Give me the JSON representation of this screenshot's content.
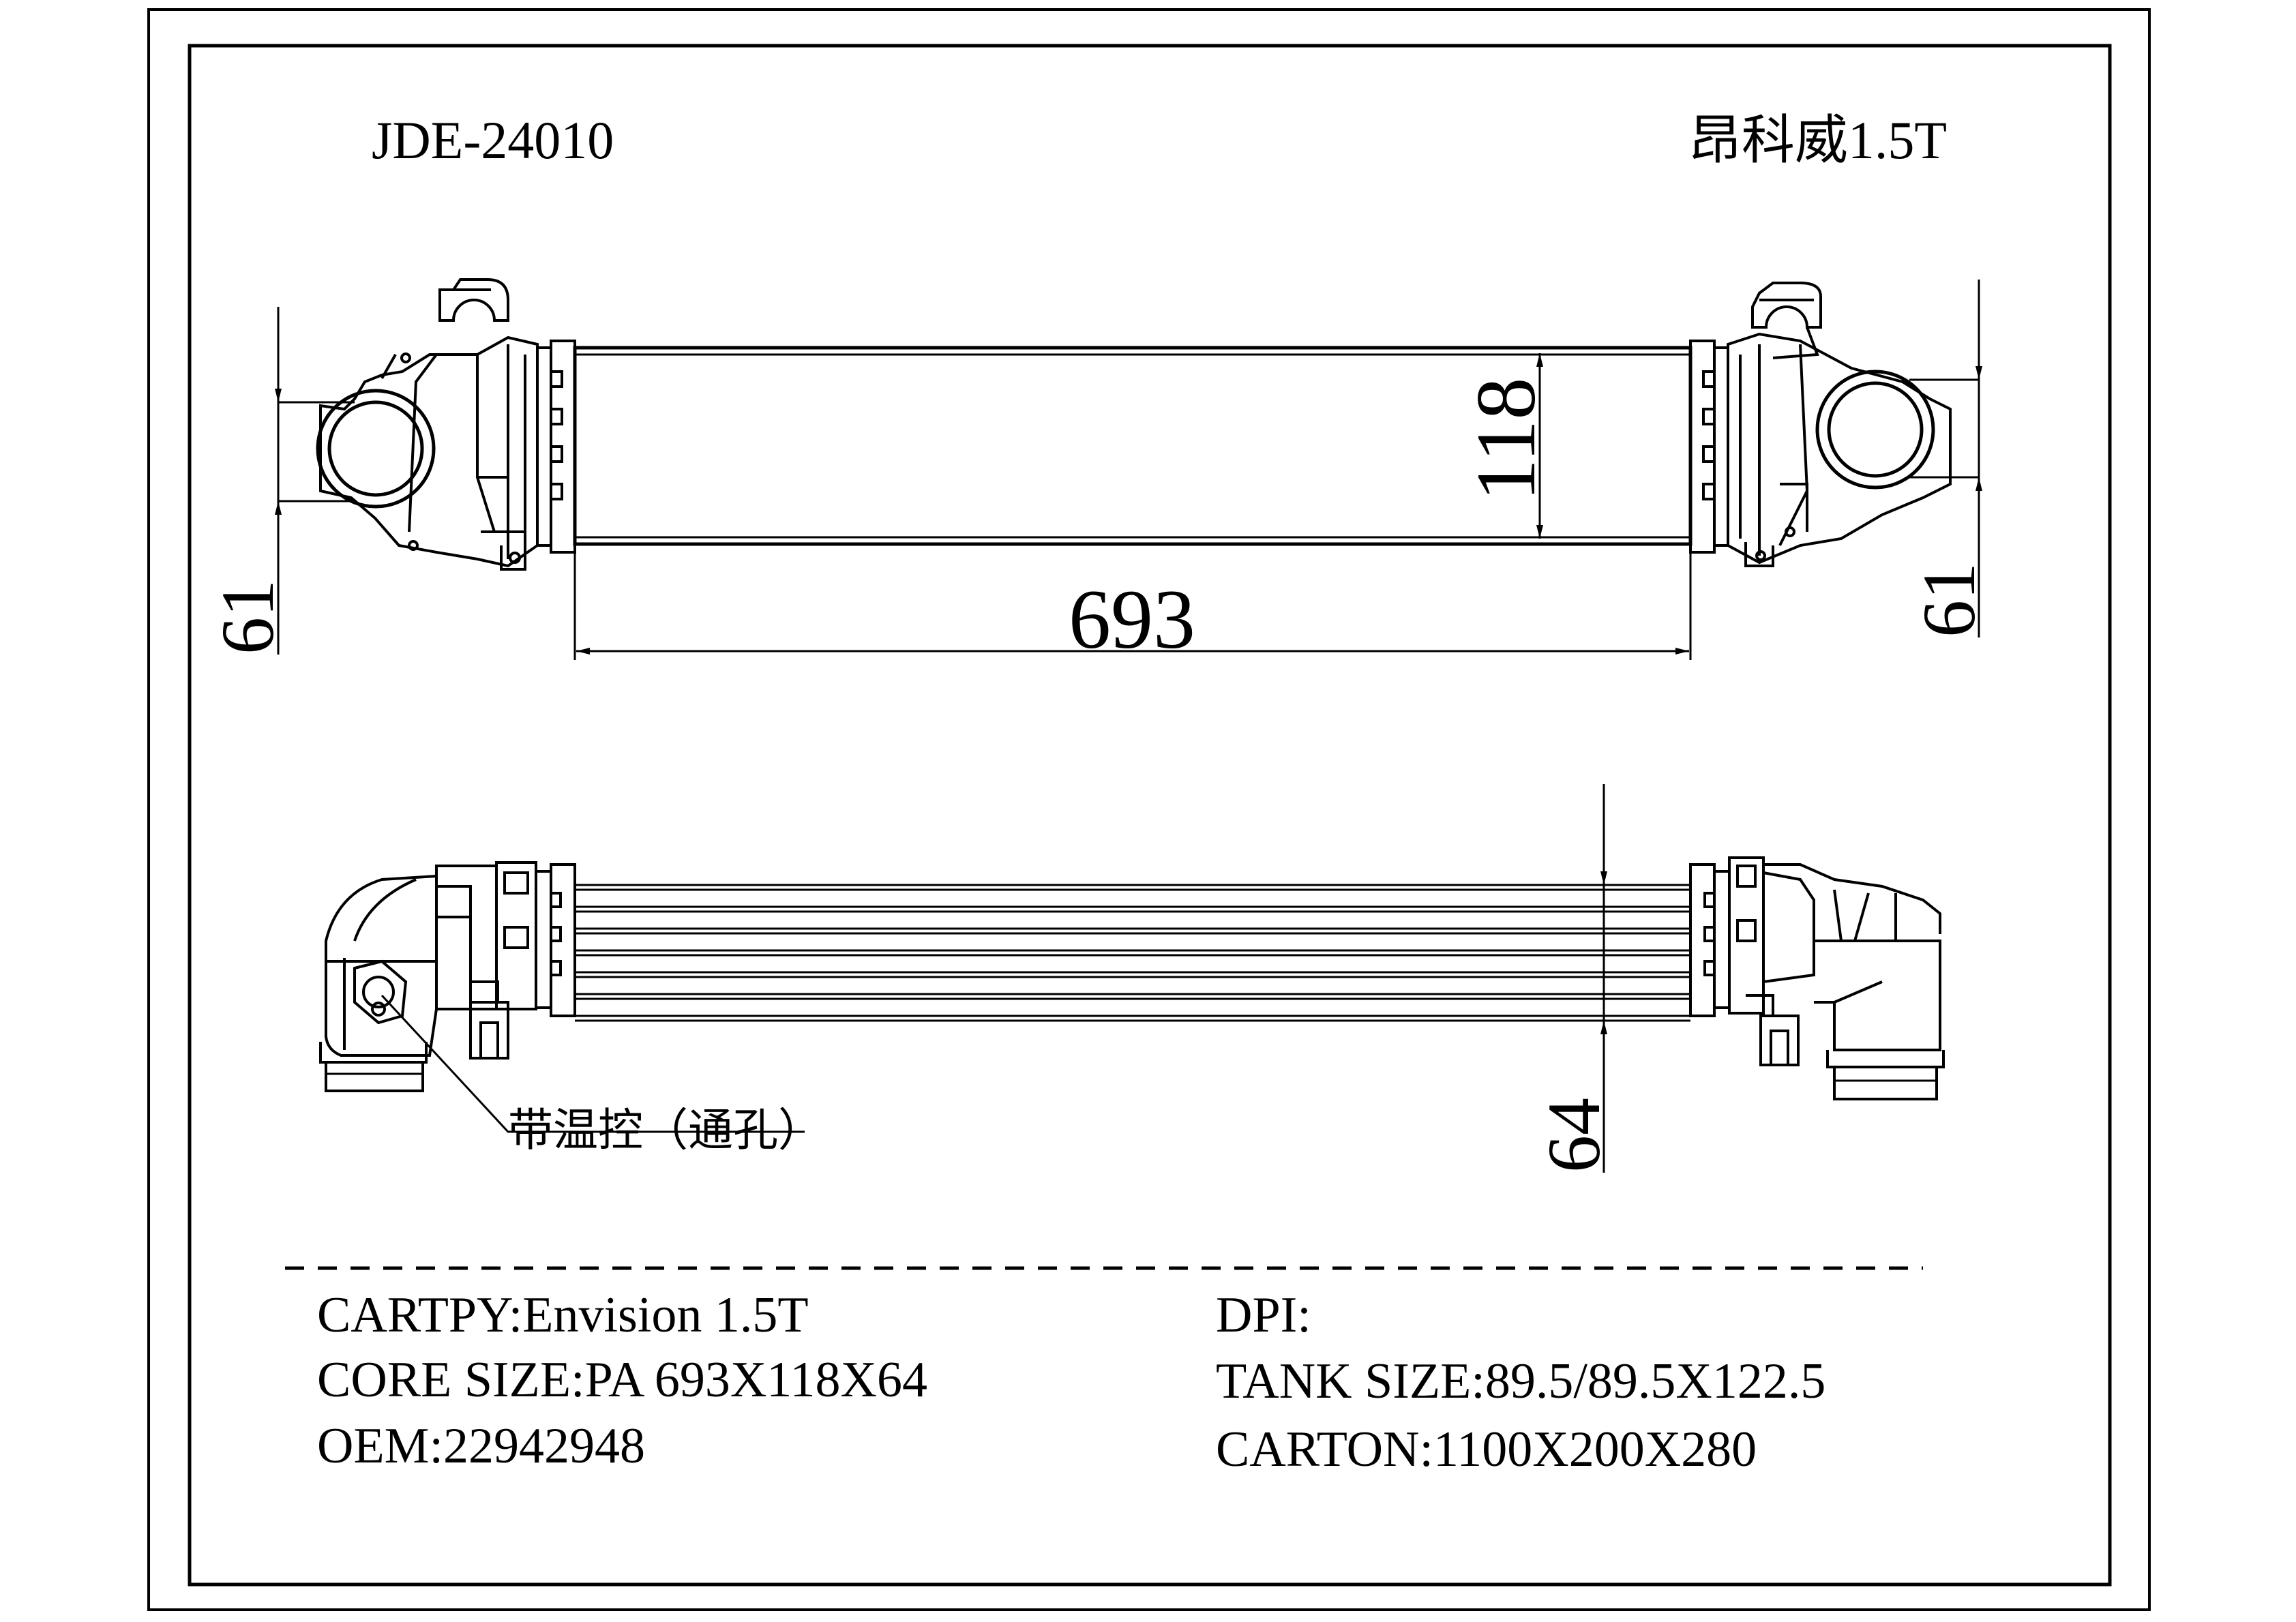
{
  "header": {
    "part_number": "JDE-24010",
    "model_name": "昂科威1.5T"
  },
  "dimensions": {
    "left_inlet": "61",
    "right_inlet": "61",
    "core_height": "118",
    "core_length": "693",
    "core_thickness": "64"
  },
  "annotation": {
    "thermostat_note": "带温控（通孔）"
  },
  "specs": {
    "left": [
      "CARTPY:Envision 1.5T",
      "CORE SIZE:PA 693X118X64",
      "OEM:22942948"
    ],
    "right": [
      "DPI:",
      "TANK SIZE:89.5/89.5X122.5",
      "CARTON:1100X200X280"
    ]
  },
  "colors": {
    "line": "#000000",
    "background": "#ffffff"
  }
}
